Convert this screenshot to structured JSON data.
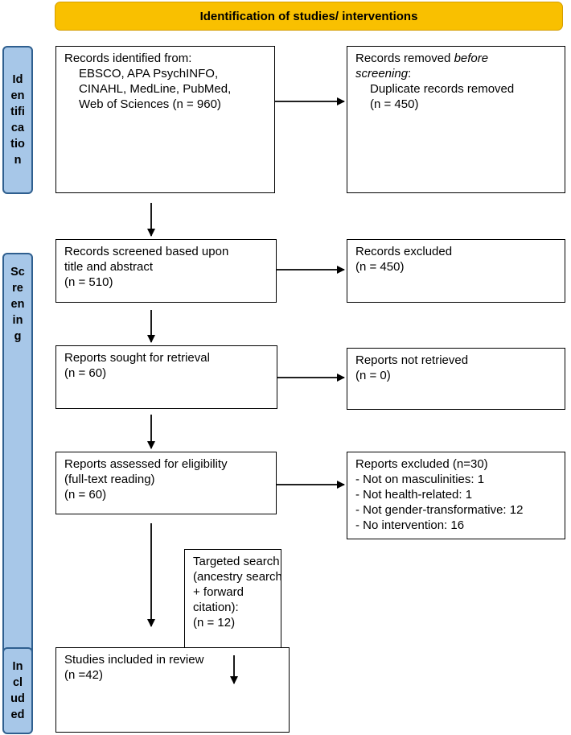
{
  "header": {
    "title": "Identification of studies/ interventions"
  },
  "phases": {
    "identification": "Id\nen\ntifi\nca\ntio\nn",
    "screening": "Sc\nre\nen\nin\ng",
    "included": "In\ncl\nud\ned"
  },
  "boxes": {
    "identified": {
      "title": "Records identified from:",
      "sources": [
        "EBSCO, APA PsychINFO,",
        "CINAHL, MedLine, PubMed,",
        "Web of Sciences (n = 960)"
      ]
    },
    "removed": {
      "line1": "Records removed ",
      "line1_em": "before",
      "line2_em": "screening",
      "line2_rest": ":",
      "detail": "Duplicate records removed",
      "count": "(n = 450)"
    },
    "screened": {
      "lines": [
        "Records screened based upon",
        "title and abstract",
        "(n = 510)"
      ]
    },
    "excluded": {
      "lines": [
        "Records excluded",
        "(n = 450)"
      ]
    },
    "sought": {
      "lines": [
        "Reports sought for retrieval",
        "(n = 60)"
      ]
    },
    "not_retrieved": {
      "lines": [
        "Reports not retrieved",
        "(n = 0)"
      ]
    },
    "assessed": {
      "lines": [
        "Reports assessed for eligibility",
        "(full-text reading)",
        "(n = 60)"
      ]
    },
    "reports_excluded": {
      "lines": [
        "Reports excluded (n=30)",
        "- Not on masculinities: 1",
        "- Not health-related: 1",
        "- Not gender-transformative: 12",
        "- No intervention: 16"
      ]
    },
    "targeted": {
      "lines": [
        "Targeted search",
        "(ancestry search",
        "+ forward",
        "citation):",
        "(n = 12)"
      ]
    },
    "included": {
      "lines": [
        "Studies included in review",
        "(n =42)"
      ]
    }
  }
}
